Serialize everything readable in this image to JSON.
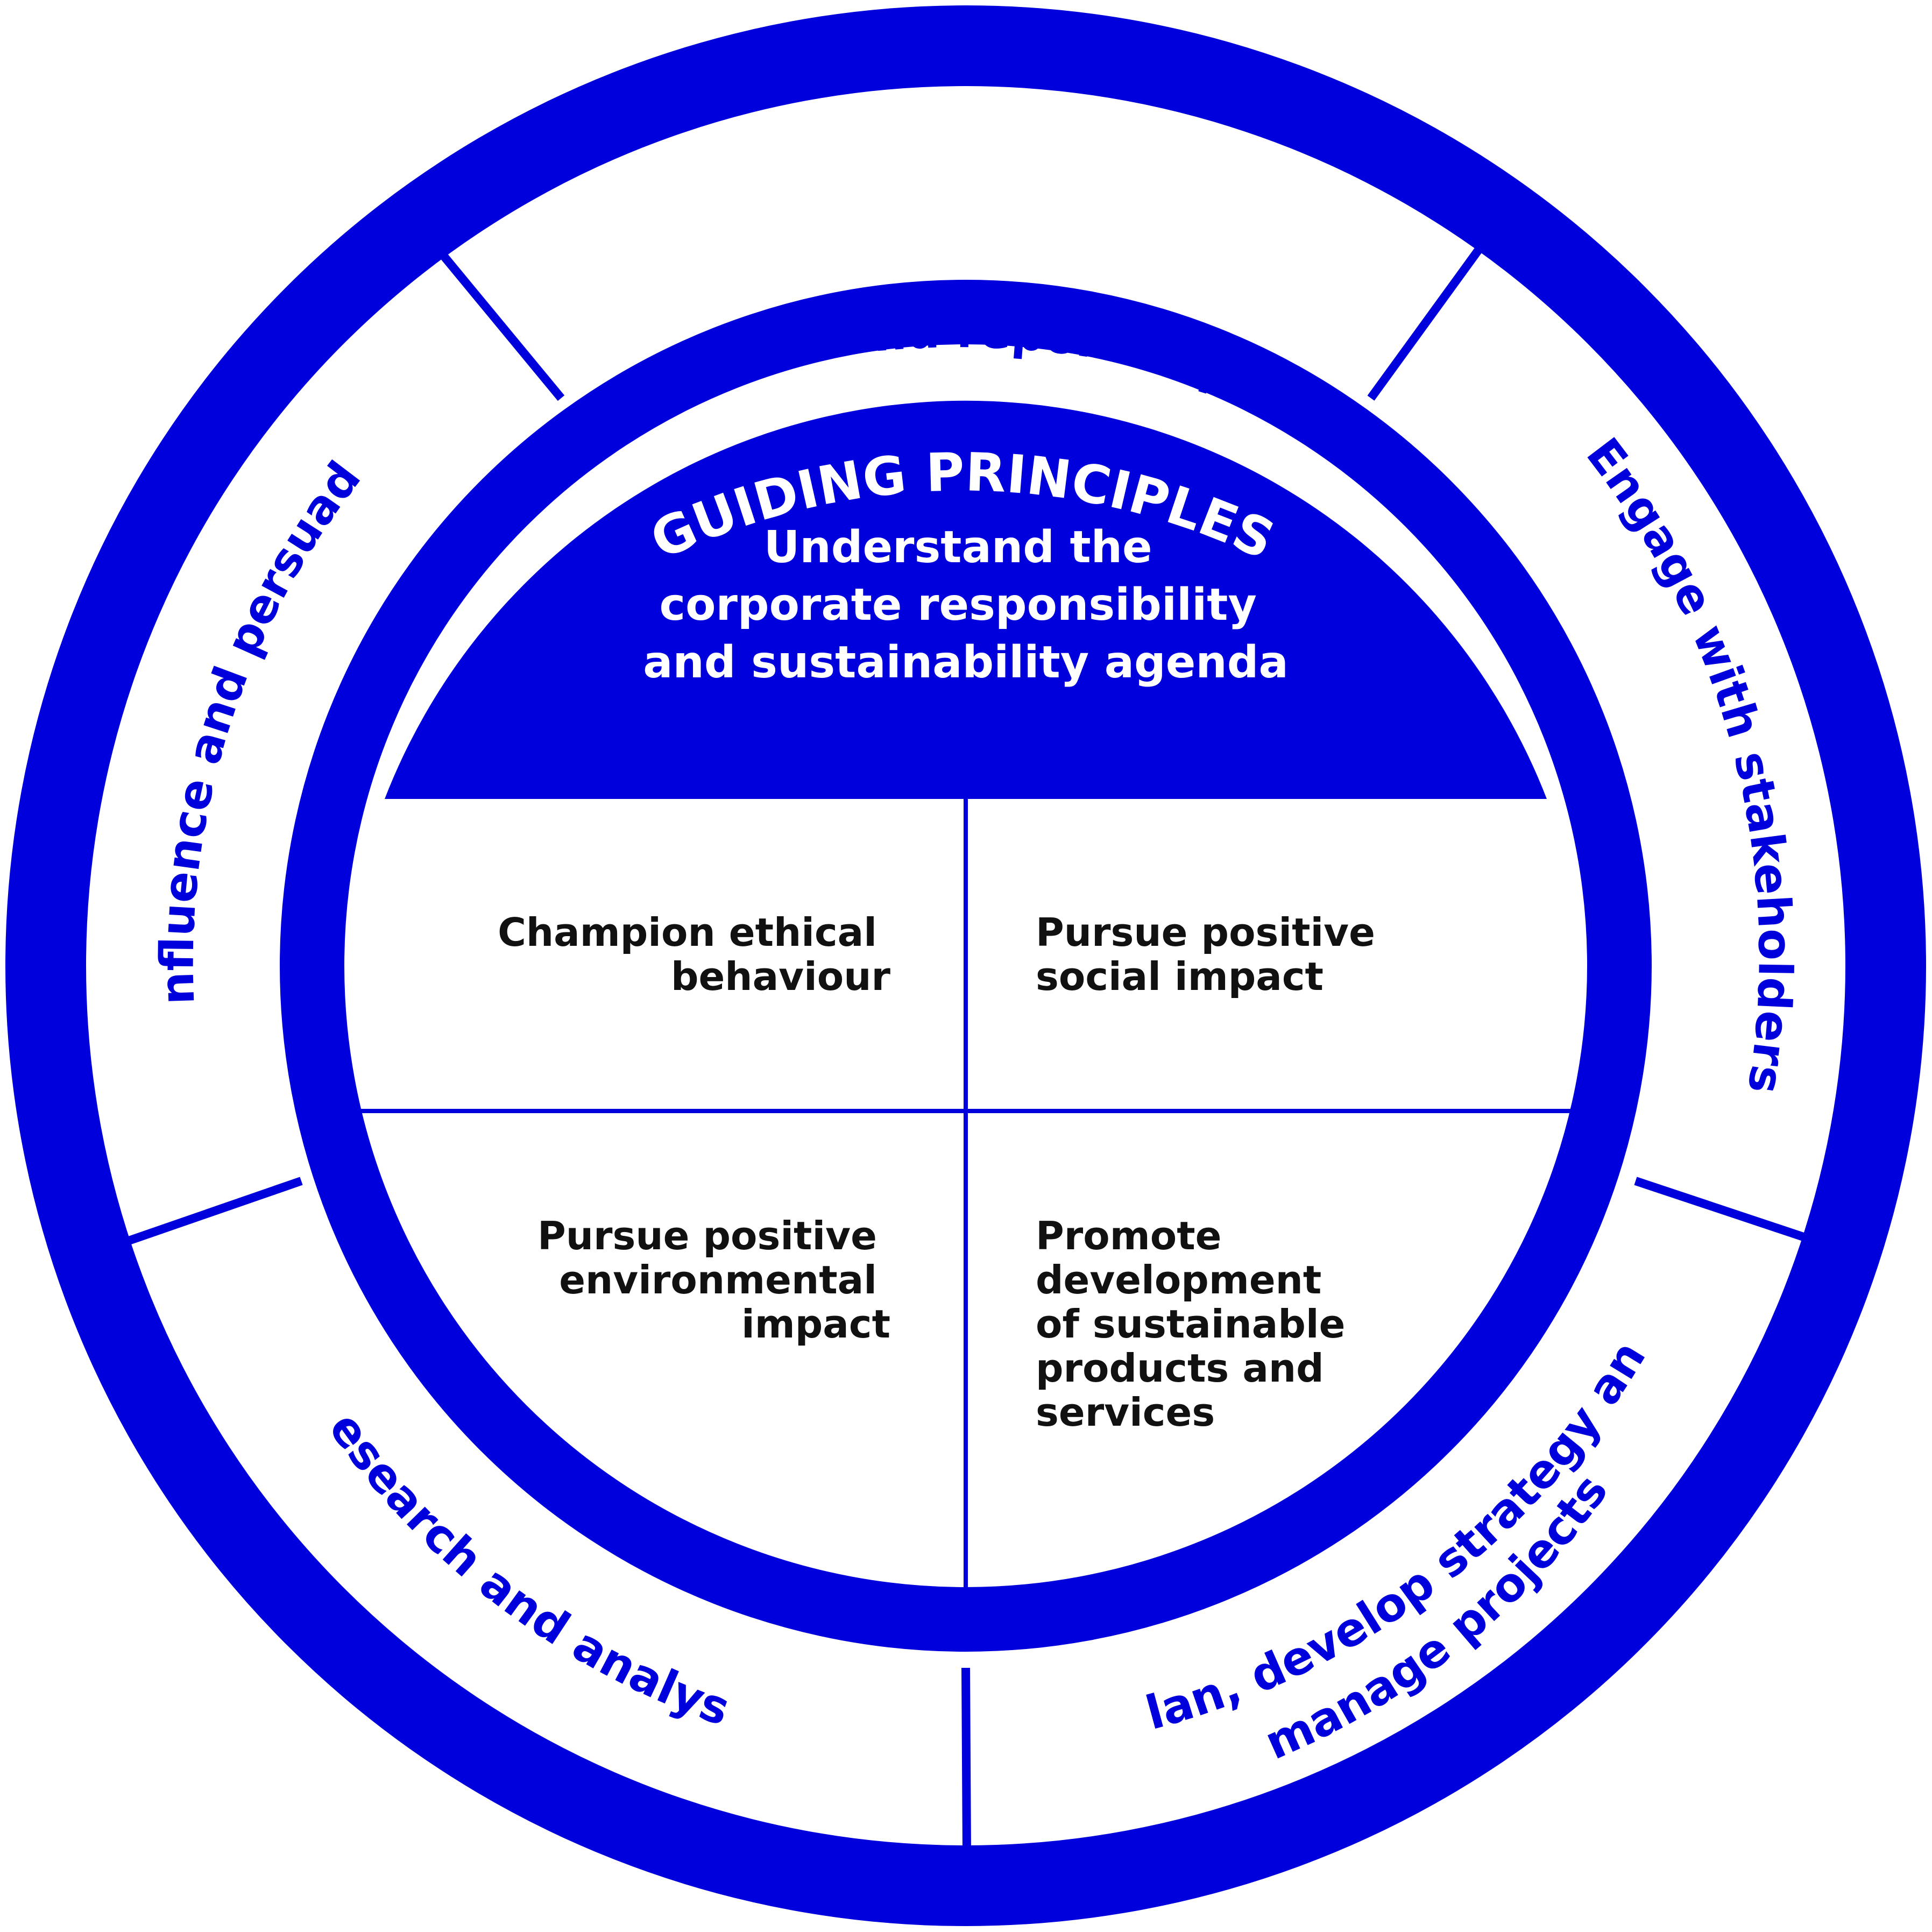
{
  "colors": {
    "primary": "#0000dc",
    "text_dark": "#111111",
    "background": "#ffffff"
  },
  "rings": {
    "outer_title": "CORE COMPETENCES",
    "inner_title": "GUIDING PRINCIPLES"
  },
  "competences": [
    {
      "id": "measure",
      "label": "Measure and report impact"
    },
    {
      "id": "engage",
      "label": "Engage with stakeholders"
    },
    {
      "id": "plan_line1",
      "label": "Plan, develop strategy and"
    },
    {
      "id": "plan_line2",
      "label": "manage projects"
    },
    {
      "id": "research",
      "label": "Research and analyse"
    },
    {
      "id": "influence",
      "label": "Influence and persuade"
    }
  ],
  "agenda": {
    "lines": [
      "Understand the",
      "corporate responsibility",
      "and sustainability agenda"
    ]
  },
  "principles": {
    "top_left": [
      "Champion ethical",
      "behaviour"
    ],
    "top_right": [
      "Pursue positive",
      "social impact"
    ],
    "bottom_left": [
      "Pursue positive",
      "environmental",
      "impact"
    ],
    "bottom_right": [
      "Promote",
      "development",
      "of sustainable",
      "products and",
      "services"
    ]
  }
}
